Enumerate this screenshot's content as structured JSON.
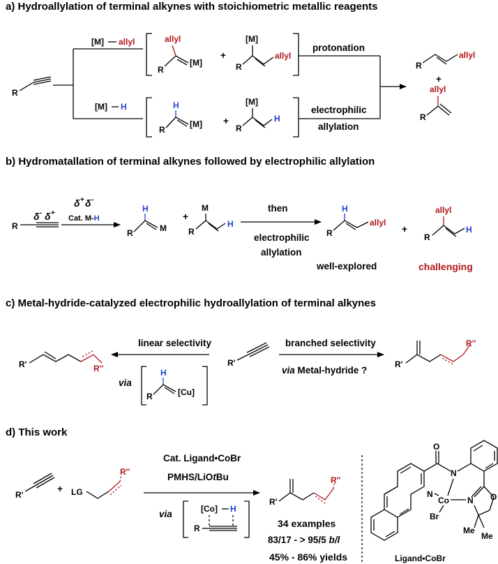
{
  "sections": {
    "a": {
      "heading": "a) Hydroallylation of terminal alkynes with stoichiometric metallic reagents",
      "R": "R",
      "reagent_top_M": "[M]",
      "reagent_top_allyl": "allyl",
      "reagent_bottom_M": "[M]",
      "reagent_bottom_H": "H",
      "prod_allyl": "allyl",
      "prod_M": "[M]",
      "prod_H": "H",
      "plus": "+",
      "protonation": "protonation",
      "electrophilic": "electrophilic",
      "allylation": "allylation"
    },
    "b": {
      "heading": "b) Hydromatallation of terminal alkynes followed by electrophilic allylation",
      "R": "R",
      "delta_minus": "δ",
      "delta_plus": "δ",
      "minus": "-",
      "plusSign": "+",
      "cat_prefix": "Cat. M-",
      "cat_H": "H",
      "M": "M",
      "H": "H",
      "allyl": "allyl",
      "plus": "+",
      "then": "then",
      "electrophilic": "electrophilic",
      "allylation": "allylation",
      "well_explored": "well-explored",
      "challenging": "challenging"
    },
    "c": {
      "heading": "c) Metal-hydride-catalyzed  electrophilic hydroallylation of terminal alkynes",
      "linear": "linear selectivity",
      "branched": "branched selectivity",
      "via": "via",
      "metal_hydride": " Metal-hydride ?",
      "R1": "R'",
      "R2": "R''",
      "H": "H",
      "Cu": "[Cu]",
      "R": "R"
    },
    "d": {
      "heading": "d) This work",
      "R1": "R'",
      "R2": "R''",
      "LG": "LG",
      "plus": "+",
      "catalyst": "Cat. Ligand•CoBr",
      "conditions_prefix": "PMHS/LiO",
      "conditions_t": "t",
      "conditions_suffix": "Bu",
      "via": "via",
      "Co": "[Co]",
      "H": "H",
      "R": "R",
      "examples": "34 examples",
      "ratio": "83/17 - > 95/5 ",
      "ratio_bl": "b/l",
      "yields": "45% - 86% yields",
      "ligand_O": "O",
      "ligand_N1": "N",
      "ligand_N2": "N",
      "ligand_N3": "N",
      "ligand_Co": "Co",
      "ligand_Br": "Br",
      "ligand_O2": "O",
      "ligand_Me1": "Me",
      "ligand_Me2": "Me",
      "ligand_name": "Ligand•CoBr"
    }
  }
}
